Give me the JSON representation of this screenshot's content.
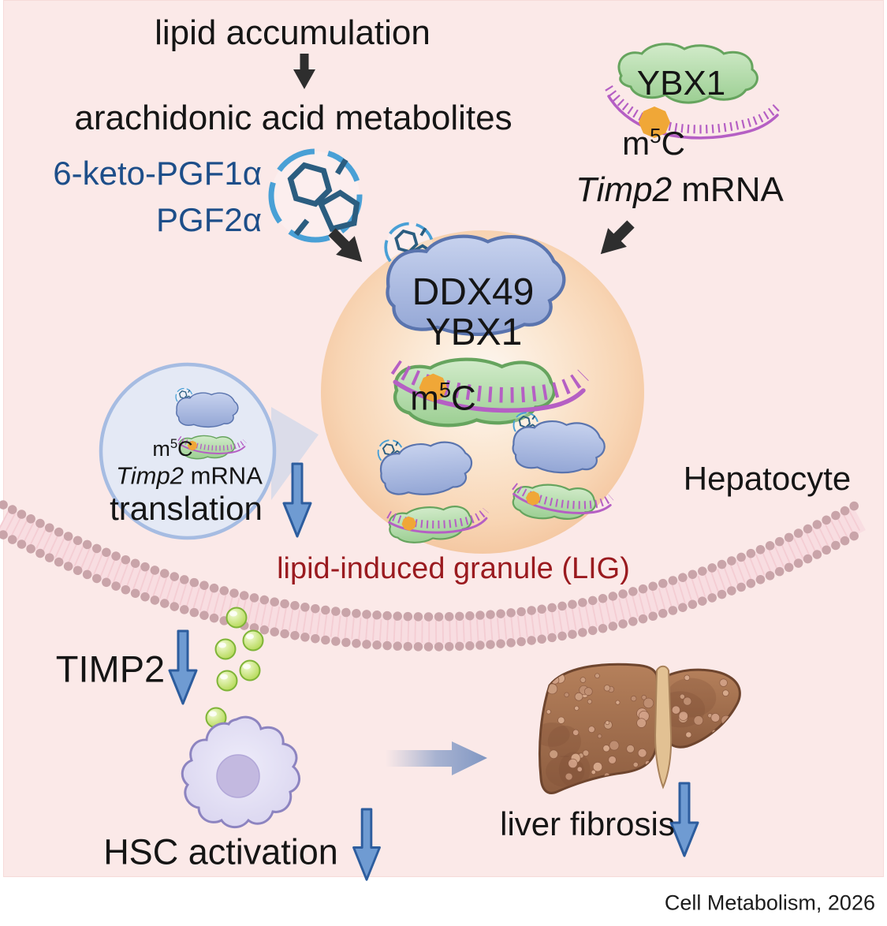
{
  "pathway": {
    "lipid_accumulation": "lipid accumulation",
    "aa_metabolites": "arachidonic acid metabolites",
    "metabolite_1": "6-keto-PGF1α",
    "metabolite_2": "PGF2α"
  },
  "top_right": {
    "ybx1": "YBX1",
    "m5c": {
      "base": "m",
      "sup": "5",
      "rest": "C"
    },
    "timp2_italic": "Timp2",
    "timp2_rest": " mRNA"
  },
  "granule": {
    "ddx49": "DDX49",
    "ybx1": "YBX1",
    "m5c": {
      "base": "m",
      "sup": "5",
      "rest": "C"
    },
    "caption": "lipid-induced granule (LIG)",
    "cell_label": "Hepatocyte"
  },
  "inset": {
    "m5c": {
      "base": "m",
      "sup": "5",
      "rest": "C"
    },
    "timp2_italic": "Timp2",
    "timp2_rest": " mRNA",
    "translation": "translation"
  },
  "secretion": {
    "timp2": "TIMP2"
  },
  "hsc": {
    "label": "HSC activation"
  },
  "liver": {
    "label": "liver fibrosis"
  },
  "credit": "Cell Metabolism, 2026",
  "colors": {
    "background": "#fbe9e8",
    "granule_edge": "#f4c7a1",
    "metabolite_text": "#1d4e89",
    "lig_text": "#9a1a1f",
    "protein_blue": "#a5b6dd",
    "protein_green": "#b6dcae",
    "mrna": "#b55fc4",
    "m5c_mark": "#f0a737",
    "vesicle_green": "#add43f",
    "membrane_dot": "#c9a4a9",
    "arrow_blue": "#6f9bd2",
    "arrow_blue_edge": "#2d5d9e",
    "arrow_black": "#2e2e2e",
    "molecule_ring": "#2b5d80",
    "molecule_circle": "#49a0d6"
  }
}
